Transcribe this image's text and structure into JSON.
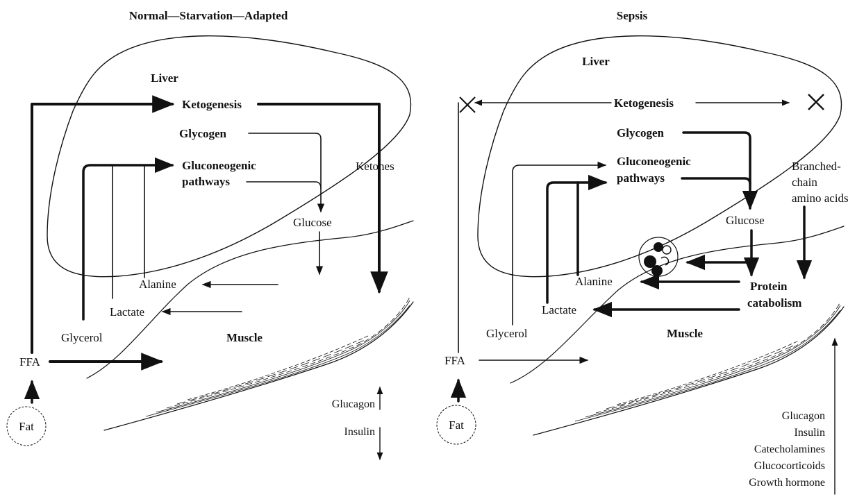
{
  "panels": {
    "left": {
      "title": "Normal—Starvation—Adapted",
      "liver": "Liver",
      "muscle": "Muscle",
      "fat": "Fat",
      "ffa": "FFA",
      "ketogenesis": "Ketogenesis",
      "glycogen": "Glycogen",
      "gluconeogenic_1": "Gluconeogenic",
      "gluconeogenic_2": "pathways",
      "ketones": "Ketones",
      "glucose": "Glucose",
      "alanine": "Alanine",
      "lactate": "Lactate",
      "glycerol": "Glycerol",
      "hormones": [
        "Glucagon",
        "Insulin"
      ]
    },
    "right": {
      "title": "Sepsis",
      "liver": "Liver",
      "muscle": "Muscle",
      "fat": "Fat",
      "ffa": "FFA",
      "ketogenesis": "Ketogenesis",
      "glycogen": "Glycogen",
      "gluconeogenic_1": "Gluconeogenic",
      "gluconeogenic_2": "pathways",
      "bcaa_1": "Branched-",
      "bcaa_2": "chain",
      "bcaa_3": "amino acids",
      "glucose": "Glucose",
      "protein_1": "Protein",
      "protein_2": "catabolism",
      "alanine": "Alanine",
      "lactate": "Lactate",
      "glycerol": "Glycerol",
      "hormones": [
        "Glucagon",
        "Insulin",
        "Catecholamines",
        "Glucocorticoids",
        "Growth hormone"
      ]
    }
  }
}
